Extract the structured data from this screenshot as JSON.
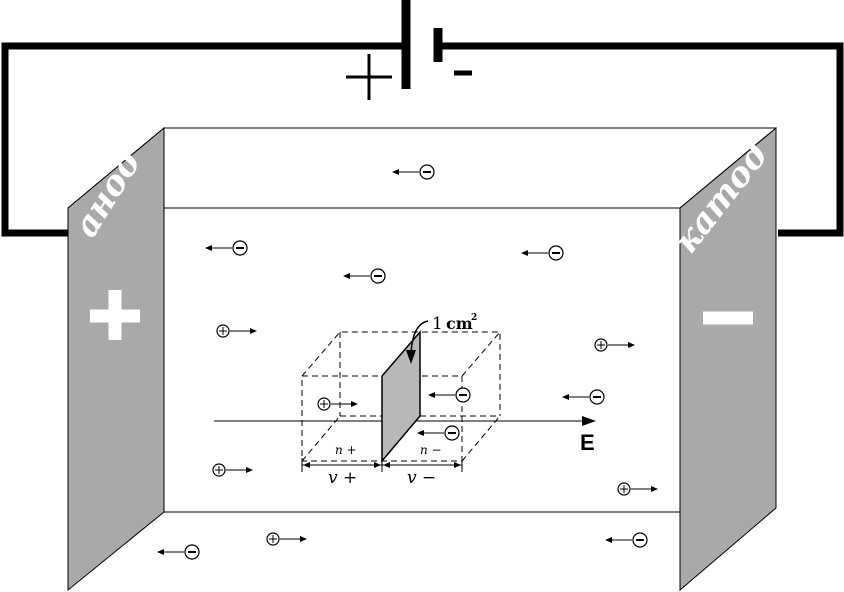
{
  "battery": {
    "plus_sign": "+",
    "minus_sign": "-"
  },
  "anode": {
    "label": "анод",
    "sign": "+"
  },
  "cathode": {
    "label": "катод",
    "sign": "−"
  },
  "field": {
    "label": "E"
  },
  "area": {
    "number": "1",
    "unit": "cm",
    "exponent": "2"
  },
  "box": {
    "n_plus": "n +",
    "n_minus": "n −",
    "v_plus": "v +",
    "v_minus": "v −"
  },
  "charges": {
    "negative_symbol": "−",
    "positive_symbol": "+"
  },
  "colors": {
    "plate_fill": "#a9a9a9",
    "area_fill": "#b8b8b8",
    "line": "#000000"
  }
}
